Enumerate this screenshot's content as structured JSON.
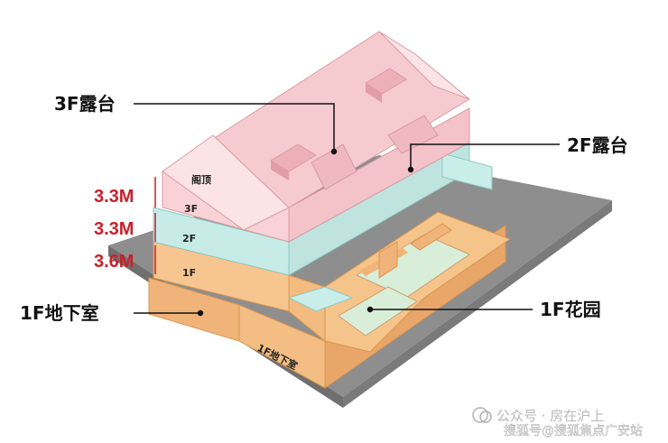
{
  "labels": {
    "terrace_3f": "3F露台",
    "terrace_2f": "2F露台",
    "basement_1f": "1F地下室",
    "garden_1f": "1F花园"
  },
  "floors": {
    "attic": "阁顶",
    "f3": "3F",
    "f2": "2F",
    "f1": "1F",
    "basement": "1F地下室"
  },
  "dimensions": {
    "h3": "3.3M",
    "h2": "3.3M",
    "h1": "3.6M"
  },
  "watermark": {
    "line1": "公众号 · 房在沪上",
    "line2": "搜狐号@搜狐焦点广安站"
  },
  "colors": {
    "roof": "#f4c8cd",
    "floor2": "#c9ece8",
    "floor1": "#f6c690",
    "ground": "#8f8f8f",
    "garden": "#d5ecd7",
    "dimension": "#c8202a"
  }
}
